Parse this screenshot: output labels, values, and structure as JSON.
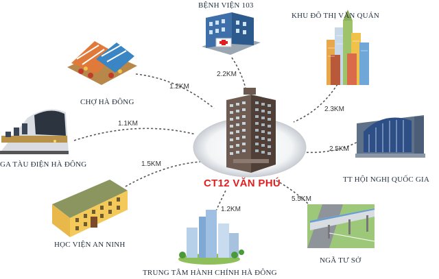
{
  "center": {
    "name": "CT12 VĂN PHÚ"
  },
  "colors": {
    "center_text": "#e02020",
    "line": "#555555"
  },
  "destinations": [
    {
      "id": "benh-vien-103",
      "label": "BỆNH VIỆN 103",
      "distance": "2.2KM",
      "icon": "hospital-icon"
    },
    {
      "id": "khu-do-thi-van-quan",
      "label": "KHU ĐÔ THỊ VĂN QUÁN",
      "distance": "2.3KM",
      "icon": "skyscrapers-icon"
    },
    {
      "id": "tt-hoi-nghi-quoc-gia",
      "label": "TT HỘI NGHỊ QUỐC GIA",
      "distance": "2.5KM",
      "icon": "convention-center-icon"
    },
    {
      "id": "nga-tu-so",
      "label": "NGÃ TƯ SỞ",
      "distance": "5.5KM",
      "icon": "overpass-icon"
    },
    {
      "id": "trung-tam-hanh-chinh",
      "label": "TRUNG TÂM HÀNH CHÍNH HÀ ĐÔNG",
      "distance": "1.2KM",
      "icon": "towers-icon"
    },
    {
      "id": "hoc-vien-an-ninh",
      "label": "HỌC VIỆN AN NINH",
      "distance": "1.5KM",
      "icon": "academy-icon"
    },
    {
      "id": "ga-tau-dien",
      "label": "GA TÀU ĐIỆN HÀ ĐÔNG",
      "distance": "1.1KM",
      "icon": "tram-icon"
    },
    {
      "id": "cho-ha-dong",
      "label": "CHỢ HÀ ĐÔNG",
      "distance": "1.2KM",
      "icon": "market-icon"
    }
  ]
}
